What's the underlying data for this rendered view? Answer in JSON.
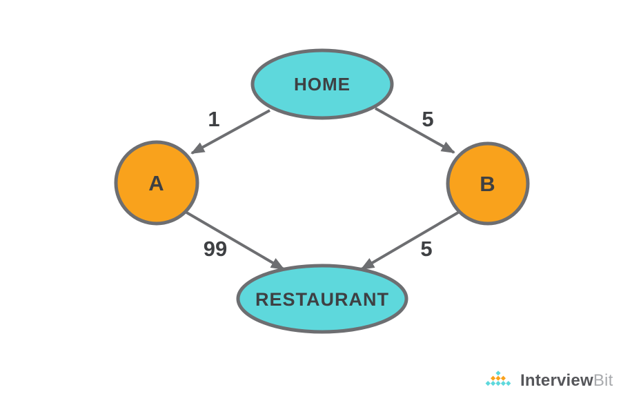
{
  "diagram": {
    "title_hint": "weighted directed graph",
    "nodes": {
      "home": {
        "label": "HOME",
        "shape": "ellipse",
        "color": "cyan"
      },
      "a": {
        "label": "A",
        "shape": "circle",
        "color": "orange"
      },
      "b": {
        "label": "B",
        "shape": "circle",
        "color": "orange"
      },
      "restaurant": {
        "label": "RESTAURANT",
        "shape": "ellipse",
        "color": "cyan"
      }
    },
    "edges": {
      "home_a": {
        "from": "HOME",
        "to": "A",
        "weight": "1"
      },
      "home_b": {
        "from": "HOME",
        "to": "B",
        "weight": "5"
      },
      "a_restaurant": {
        "from": "A",
        "to": "RESTAURANT",
        "weight": "99"
      },
      "b_restaurant": {
        "from": "B",
        "to": "RESTAURANT",
        "weight": "5"
      }
    }
  },
  "logo": {
    "brand_first": "Interview",
    "brand_second": "Bit",
    "mark_rows": [
      [
        "cyan"
      ],
      [
        "orange",
        "orange",
        "orange"
      ],
      [
        "cyan",
        "cyan",
        "cyan",
        "cyan",
        "cyan"
      ]
    ]
  },
  "colors": {
    "node_cyan": "#5ed8dc",
    "node_orange": "#f9a21c",
    "stroke_gray": "#6d6e71",
    "text_dark": "#3e4043",
    "logo_text_dark": "#55565a",
    "logo_text_light": "#a8aaad",
    "bg": "#ffffff"
  }
}
